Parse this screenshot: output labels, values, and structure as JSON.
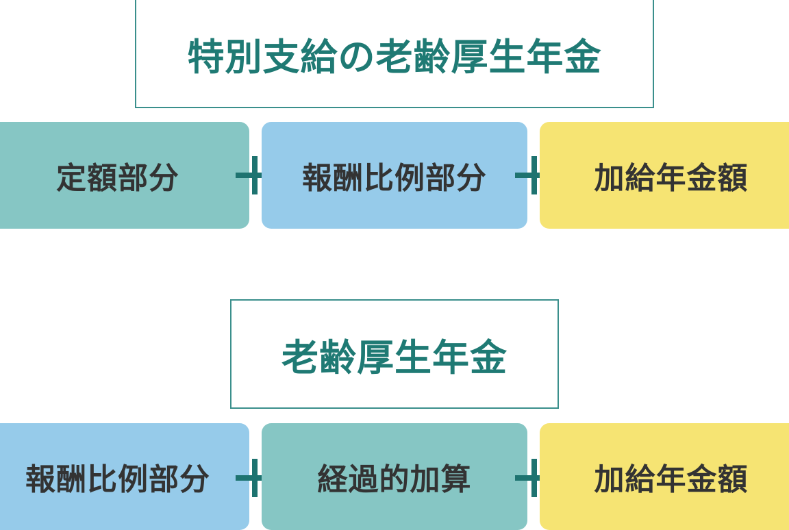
{
  "section1": {
    "title": "特別支給の老齢厚生年金",
    "blocks": [
      {
        "label": "定額部分",
        "color": "#86c6c4"
      },
      {
        "label": "報酬比例部分",
        "color": "#96cbea"
      },
      {
        "label": "加給年金額",
        "color": "#f6e473"
      }
    ]
  },
  "section2": {
    "title": "老齢厚生年金",
    "blocks": [
      {
        "label": "報酬比例部分",
        "color": "#96cbea"
      },
      {
        "label": "経過的加算",
        "color": "#86c6c4"
      },
      {
        "label": "加給年金額",
        "color": "#f6e473"
      }
    ]
  },
  "colors": {
    "title_border": "#3a8f8c",
    "title_text": "#1f7a74",
    "plus": "#1e7370"
  }
}
